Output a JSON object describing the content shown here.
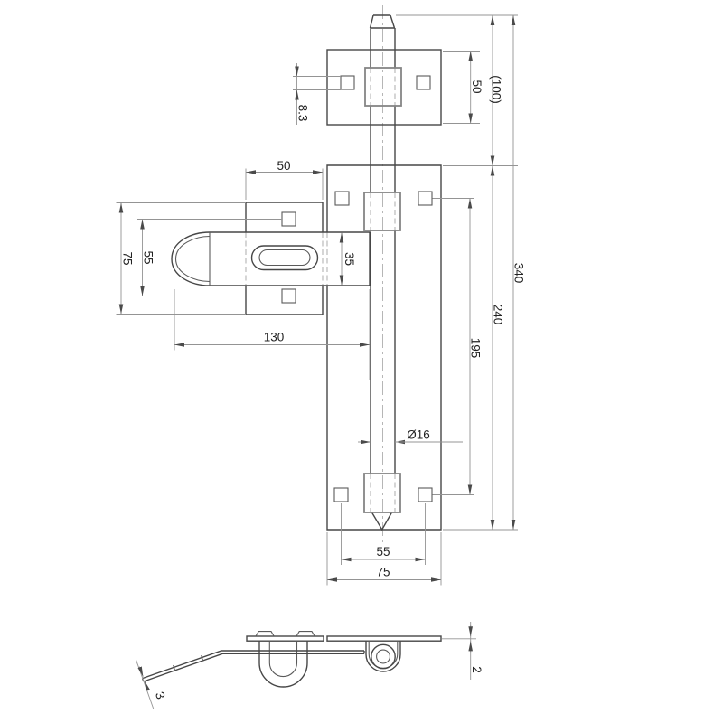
{
  "drawing": {
    "type": "technical-drawing",
    "subject": "gate-bolt-latch-with-hasp",
    "background_color": "#ffffff",
    "object_line_color": "#474747",
    "dimension_line_color": "#949494",
    "views": {
      "front_view": "front view of bolt, keeper plate, main plate and hasp arm",
      "side_view": "bottom edge view with staple loop and bolt guide"
    },
    "dims": {
      "square_hole": "8.3",
      "keeper_plate_height": "50",
      "ref_overall": "(100)",
      "overall_height": "340",
      "plate_height": "240",
      "hole_spacing_vertical": "195",
      "hasp_plate_width": "50",
      "hasp_plate_height": "75",
      "hasp_hole_spacing": "55",
      "arm_width": "35",
      "arm_length": "130",
      "rod_diameter": "Ø16",
      "bottom_hole_spacing": "55",
      "plate_width": "75",
      "plate_thickness": "2",
      "arm_thickness": "3"
    }
  }
}
